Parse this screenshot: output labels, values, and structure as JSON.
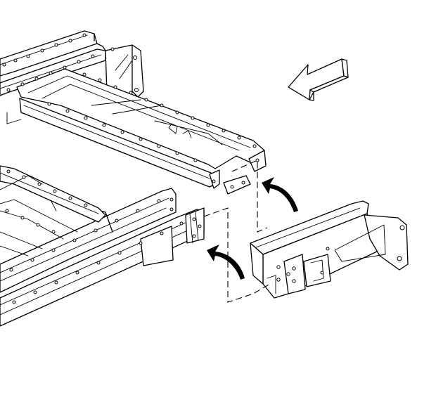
{
  "diagram": {
    "kind": "exploded-view",
    "parts": [
      "frame-assembly",
      "front-frame-rail-extension"
    ],
    "icons": [
      "direction-arrow-icon",
      "install-arrow-icon"
    ],
    "colors": {
      "line": "#000000",
      "background": "#ffffff",
      "arrow_fill": "#ffffff"
    }
  }
}
